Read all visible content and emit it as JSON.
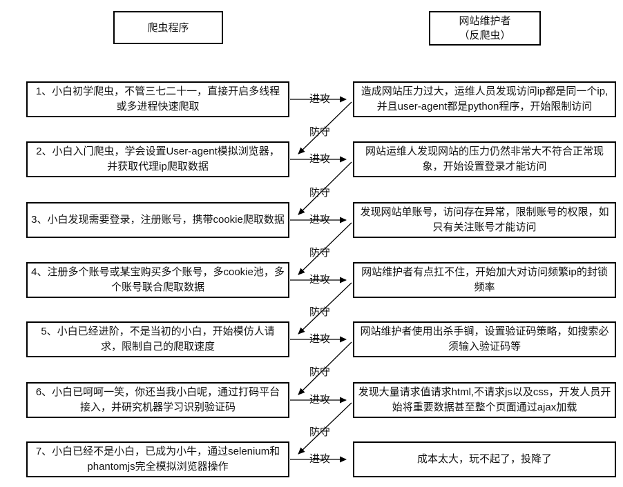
{
  "headers": {
    "left": "爬虫程序",
    "right_line1": "网站维护者",
    "right_line2": "（反爬虫）"
  },
  "connectors": {
    "attack_label": "进攻",
    "defend_label": "防守"
  },
  "rows": [
    {
      "left": "1、小白初学爬虫，不管三七二十一，直接开启多线程或多进程快速爬取",
      "right": "造成网站压力过大，运维人员发现访问ip都是同一个ip,并且user-agent都是python程序，开始限制访问"
    },
    {
      "left": "2、小白入门爬虫，学会设置User-agent模拟浏览器，并获取代理ip爬取数据",
      "right": "网站运维人发现网站的压力仍然非常大不符合正常现象，开始设置登录才能访问"
    },
    {
      "left": "3、小白发现需要登录，注册账号，携带cookie爬取数据",
      "right": "发现网站单账号，访问存在异常，限制账号的权限，如只有关注账号才能访问"
    },
    {
      "left": "4、注册多个账号或某宝购买多个账号，多cookie池，多个账号联合爬取数据",
      "right": "网站维护者有点扛不住，开始加大对访问频繁ip的封锁频率"
    },
    {
      "left": "5、小白已经进阶，不是当初的小白，开始模仿人请求，限制自己的爬取速度",
      "right": "网站维护者使用出杀手锏，设置验证码策略，如搜索必须输入验证码等"
    },
    {
      "left": "6、小白已呵呵一笑，你还当我小白呢，通过打码平台接入，并研究机器学习识别验证码",
      "right": "发现大量请求值请求html,不请求js以及css，开发人员开始将重要数据甚至整个页面通过ajax加载"
    },
    {
      "left": "7、小白已经不是小白，已成为小牛，通过selenium和phantomjs完全模拟浏览器操作",
      "right": "成本太大，玩不起了，投降了"
    }
  ]
}
